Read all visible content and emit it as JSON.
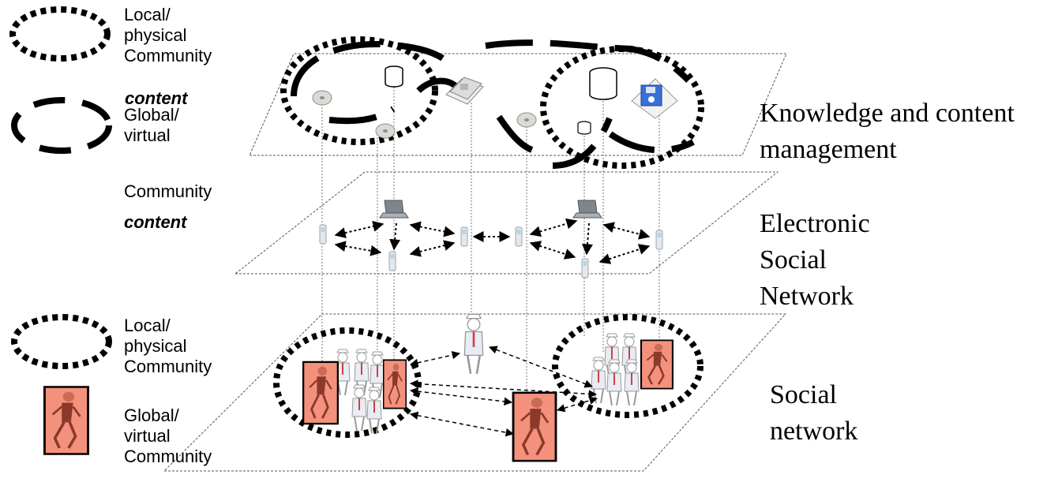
{
  "legend_top": {
    "local_label": "Local/\nphysical\nCommunity",
    "content_label_1": "content",
    "global_label": "Global/\nvirtual",
    "community_label": "Community",
    "content_label_2": "content"
  },
  "legend_bottom": {
    "local_label": "Local/\nphysical\nCommunity",
    "global_label": "Global/\nvirtual\nCommunity"
  },
  "layers": {
    "knowledge": "Knowledge and content\nmanagement",
    "electronic": "Electronic\nSocial\nNetwork",
    "social": "Social\nnetwork"
  },
  "colors": {
    "global_member_fill": "#f4917d",
    "line": "#000000",
    "plane_stroke": "#555555",
    "device": "#9aa4ad",
    "disk_blue": "#3a6fd8"
  }
}
